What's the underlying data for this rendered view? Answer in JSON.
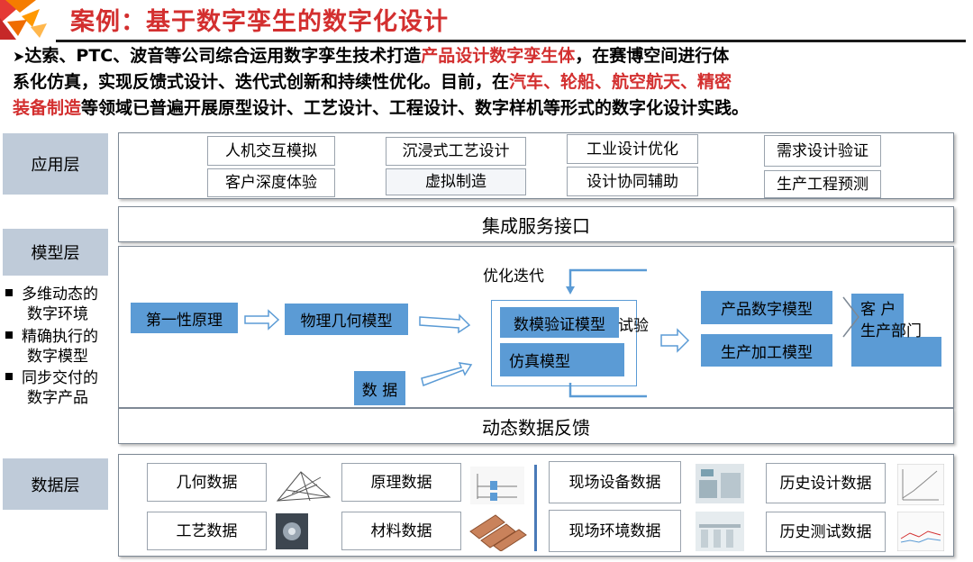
{
  "header": {
    "title": "案例：基于数字孪生的数字化设计"
  },
  "intro": {
    "line1_a": "达索、PTC、波音等公司综合运用数字孪生技术打造",
    "line1_hl": "产品设计数字孪生体",
    "line1_b": "，在赛博空间进行体",
    "line2_a": "系化仿真，实现反馈式设计、迭代式创新和持续性优化。目前，在",
    "line2_hl": "汽车、轮船、航空航天、精密",
    "line3_hl": "装备制造",
    "line3_b": "等领域已普遍开展原型设计、工艺设计、工程设计、数字样机等形式的数字化设计实践。"
  },
  "layers": {
    "application": "应用层",
    "model": "模型层",
    "data": "数据层"
  },
  "application_items": [
    "人机交互模拟",
    "沉浸式工艺设计",
    "工业设计优化",
    "需求设计验证",
    "客户深度体验",
    "虚拟制造",
    "设计协同辅助",
    "生产工程预测"
  ],
  "bands": {
    "integration": "集成服务接口",
    "feedback": "动态数据反馈"
  },
  "side_notes": [
    {
      "line1": "多维动态的",
      "line2": "数字环境"
    },
    {
      "line1": "精确执行的",
      "line2": "数字模型"
    },
    {
      "line1": "同步交付的",
      "line2": "数字产品"
    }
  ],
  "model_flow": {
    "first_principles": "第一性原理",
    "physical_geometry": "物理几何模型",
    "data": "数 据",
    "iteration": "优化迭代",
    "numerical_validation": "数模验证模型",
    "test": "试验",
    "simulation": "仿真模型",
    "product_digital": "产品数字模型",
    "production_processing": "生产加工模型",
    "customer": "客 户",
    "production_dept": "生产部门"
  },
  "data_items": [
    "几何数据",
    "原理数据",
    "工艺数据",
    "材料数据",
    "现场设备数据",
    "历史设计数据",
    "现场环境数据",
    "历史测试数据"
  ],
  "colors": {
    "accent_red": "#d32f2f",
    "layer_bg": "#bfcbd9",
    "model_blue": "#5b9bd5"
  }
}
